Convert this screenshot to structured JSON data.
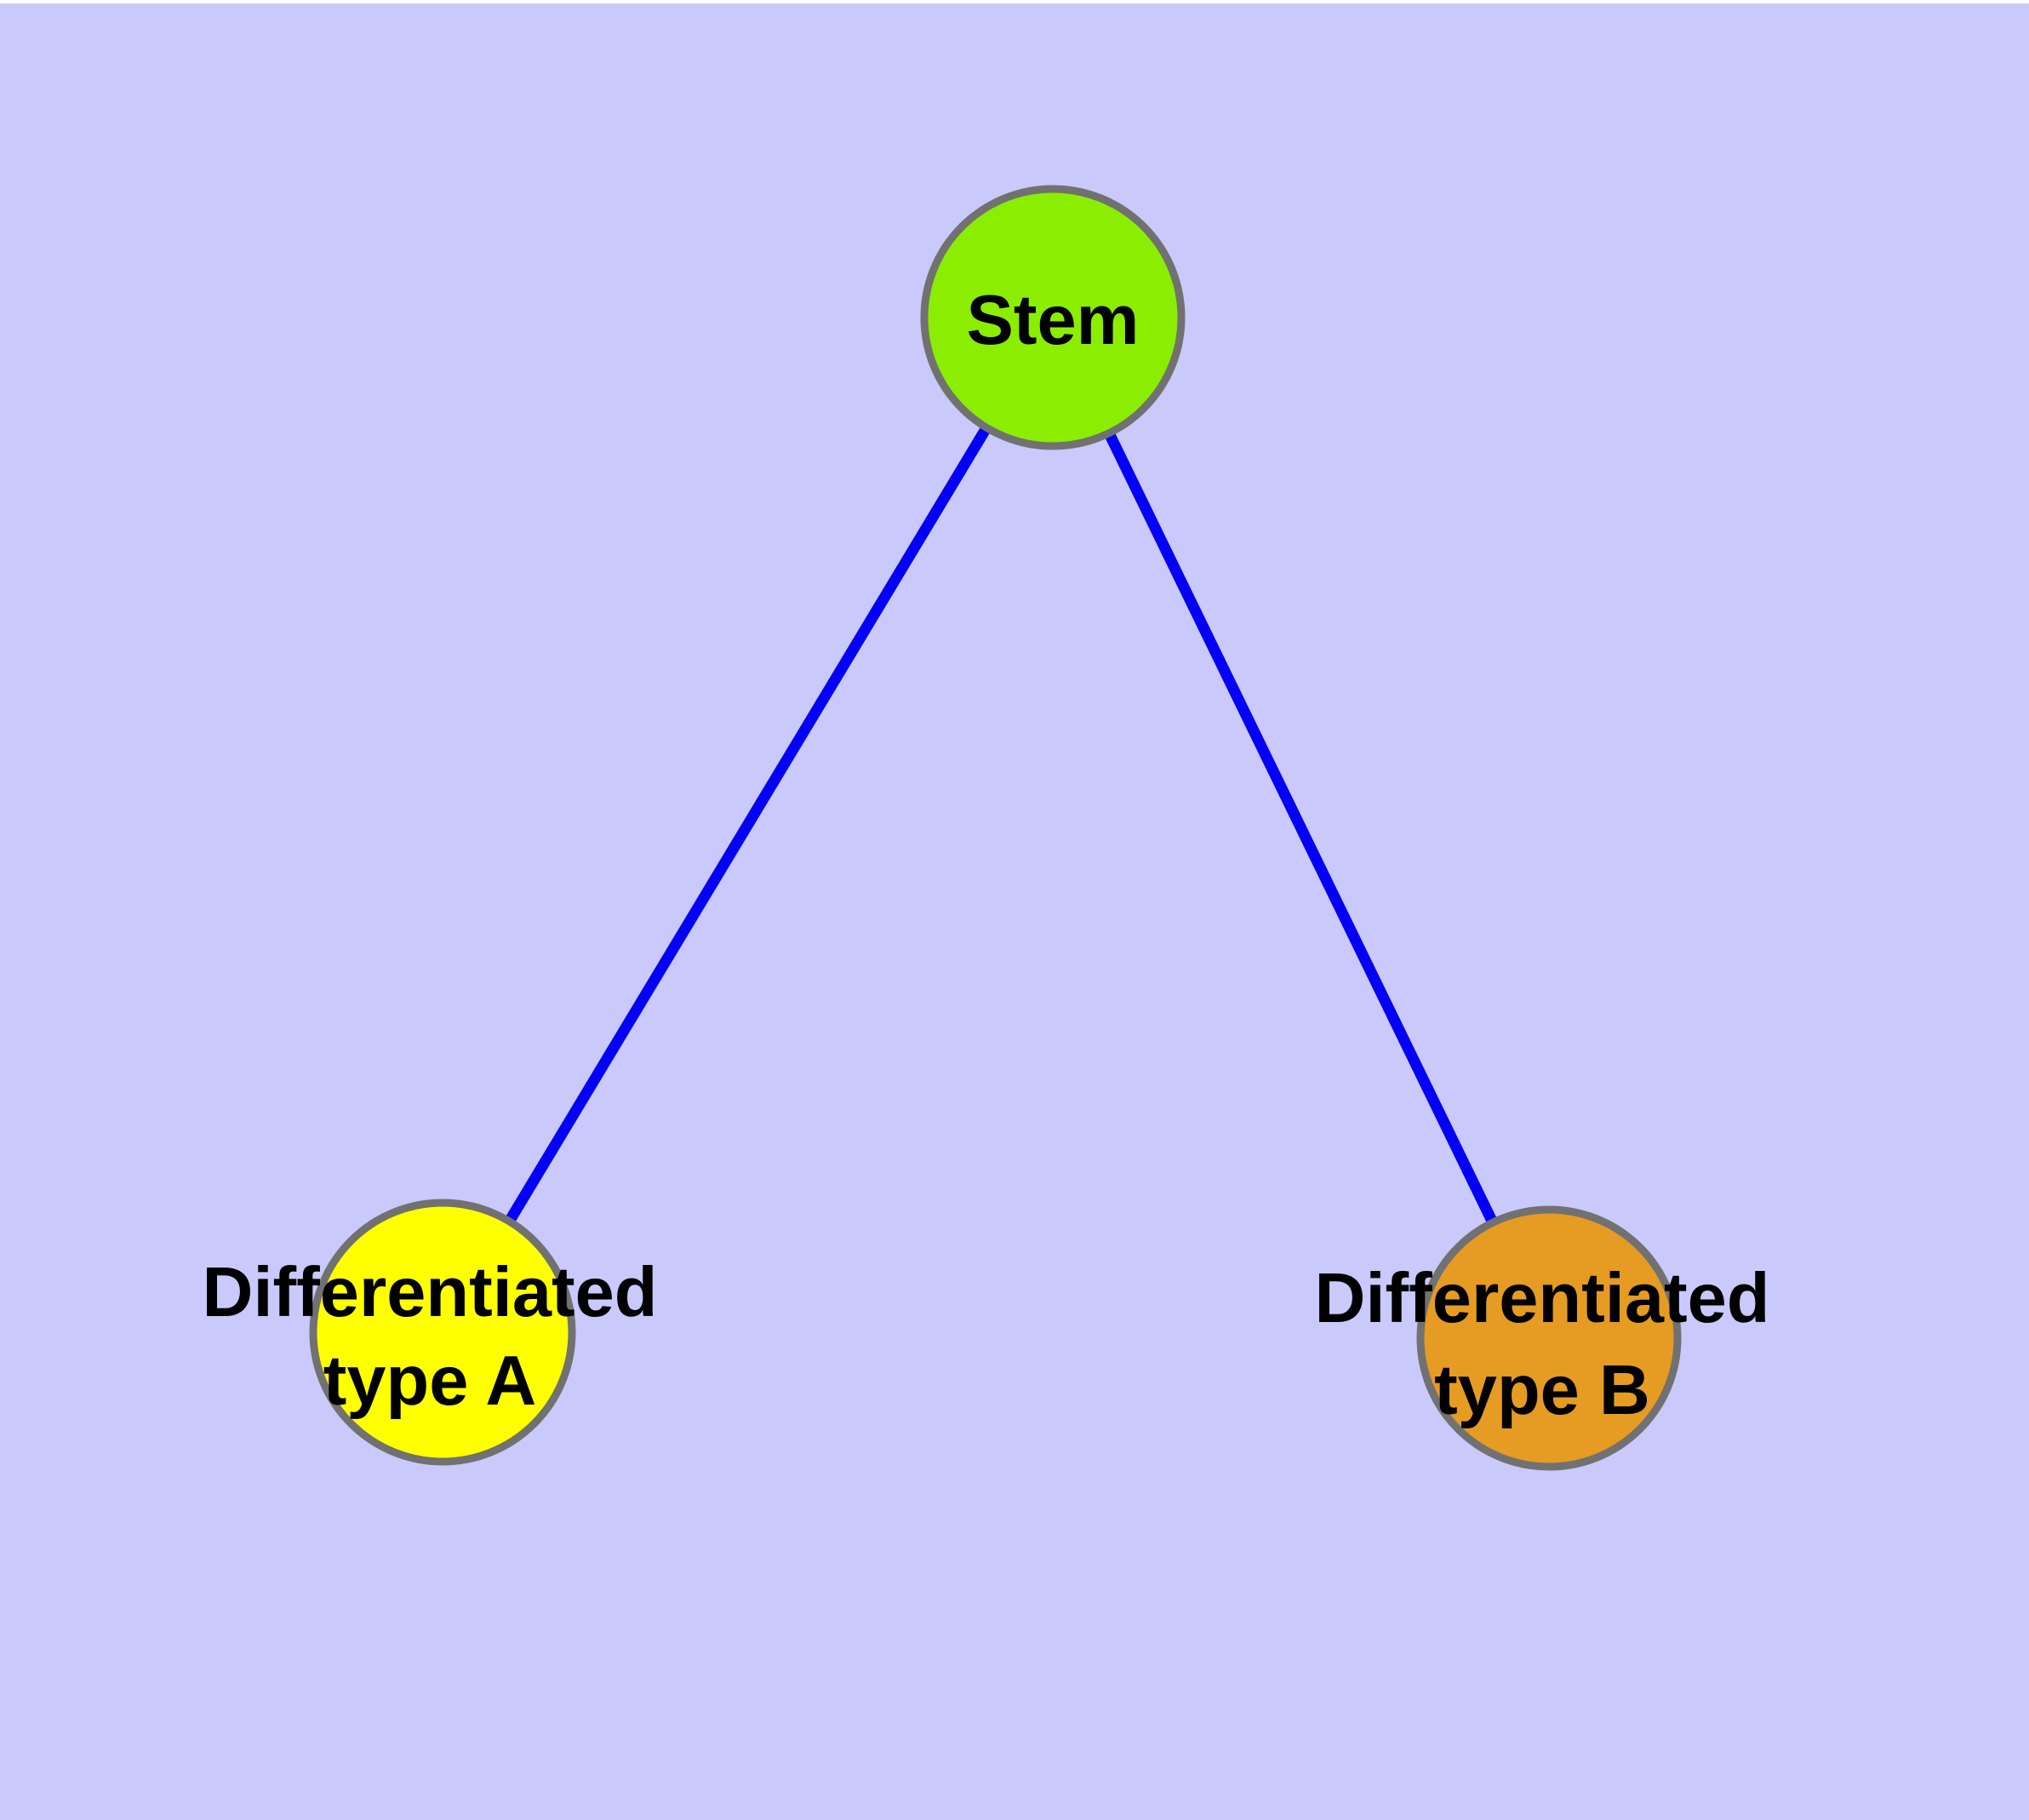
{
  "diagram": {
    "type": "node-link-graph",
    "background_color": "#C9C9FB",
    "edge_color": "#0400F5",
    "node_border_color": "#717171",
    "label_color": "#000000",
    "nodes": {
      "stem": {
        "label": "Stem",
        "fill": "#8BEE00"
      },
      "type_a": {
        "label_line1": "Differentiated",
        "label_line2": "type A",
        "fill": "#FFFF00"
      },
      "type_b": {
        "label_line1": "Differentiated",
        "label_line2": "type B",
        "fill": "#E69B23"
      }
    },
    "edges": [
      {
        "from": "Stem",
        "to": "Differentiated type A"
      },
      {
        "from": "Stem",
        "to": "Differentiated type B"
      }
    ]
  }
}
